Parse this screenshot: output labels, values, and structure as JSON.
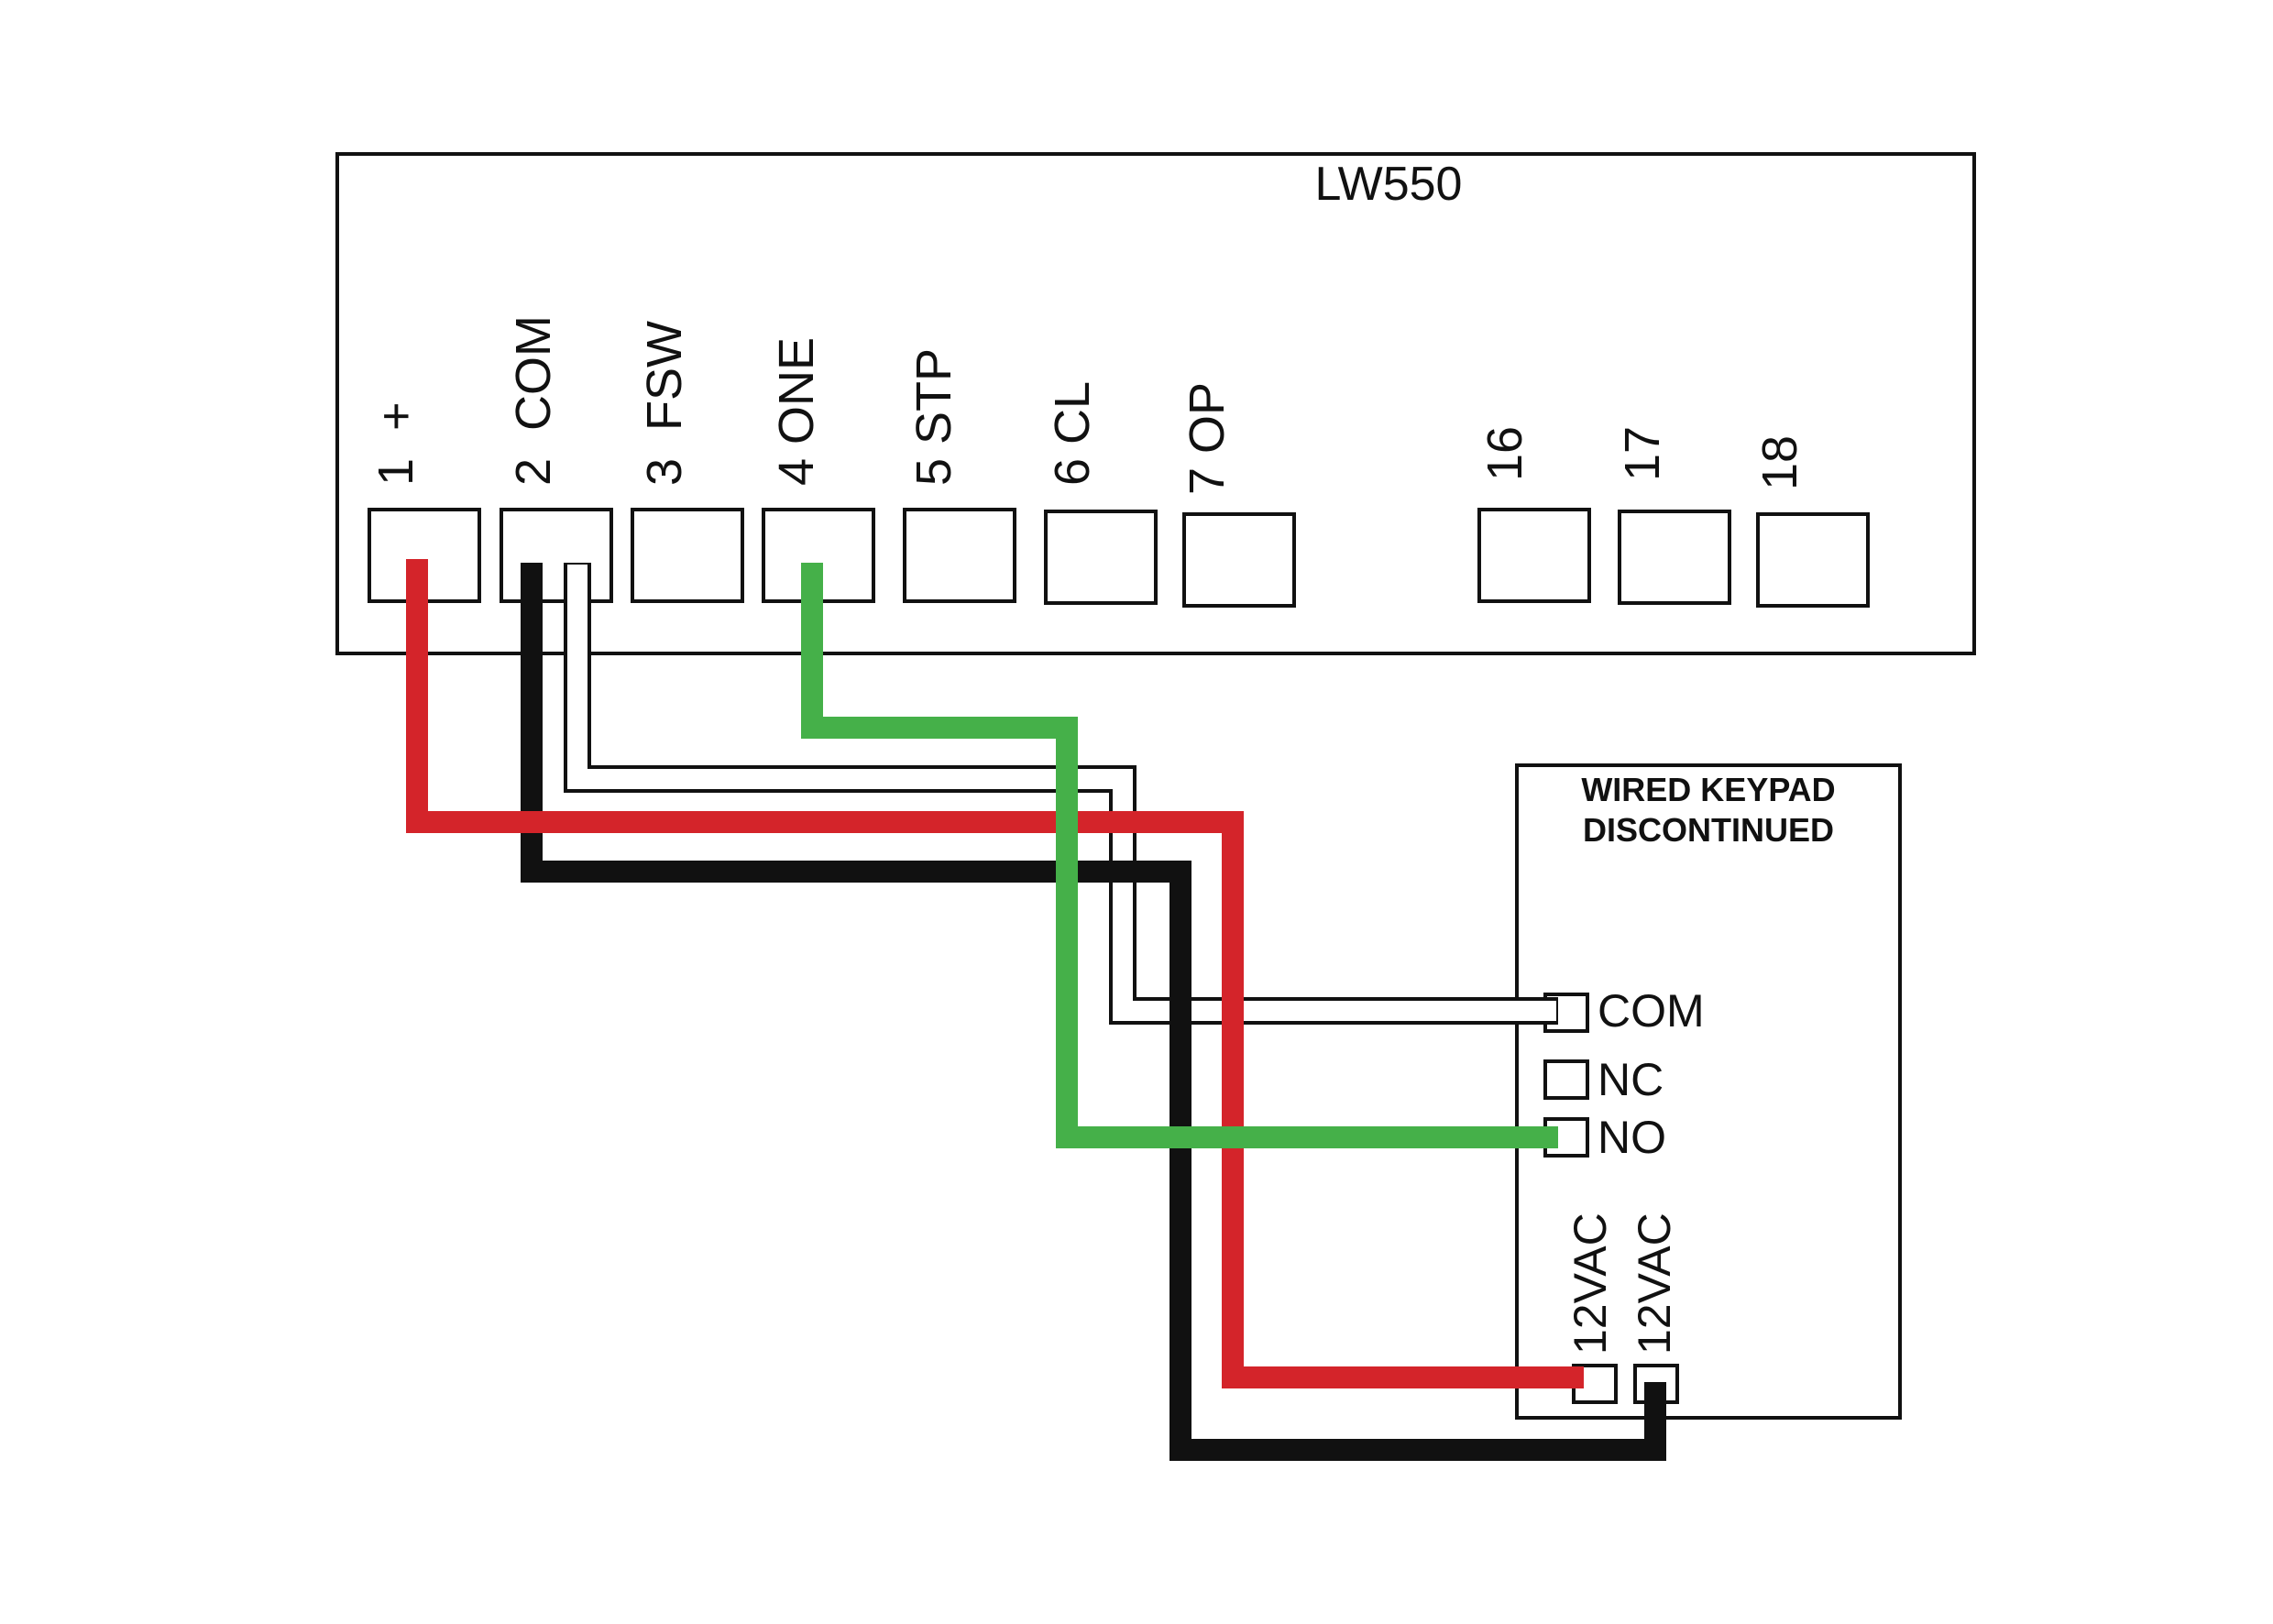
{
  "controller": {
    "title": "LW550",
    "terminals": [
      {
        "id": "t1",
        "label": "1  +"
      },
      {
        "id": "t2",
        "label": "2  COM"
      },
      {
        "id": "t3",
        "label": "3  FSW"
      },
      {
        "id": "t4",
        "label": "4 ONE"
      },
      {
        "id": "t5",
        "label": "5 STP"
      },
      {
        "id": "t6",
        "label": "6 CL"
      },
      {
        "id": "t7",
        "label": "7 OP"
      },
      {
        "id": "t16",
        "label": "16"
      },
      {
        "id": "t17",
        "label": "17"
      },
      {
        "id": "t18",
        "label": "18"
      }
    ]
  },
  "keypad": {
    "title_line1": "WIRED KEYPAD",
    "title_line2": "DISCONTINUED",
    "terminals": {
      "com": "COM",
      "nc": "NC",
      "no": "NO",
      "vac1": "12VAC",
      "vac2": "12VAC"
    }
  },
  "colors": {
    "red": "#d4242a",
    "black": "#111111",
    "green": "#45b049",
    "white": "#ffffff",
    "outline": "#111111"
  }
}
